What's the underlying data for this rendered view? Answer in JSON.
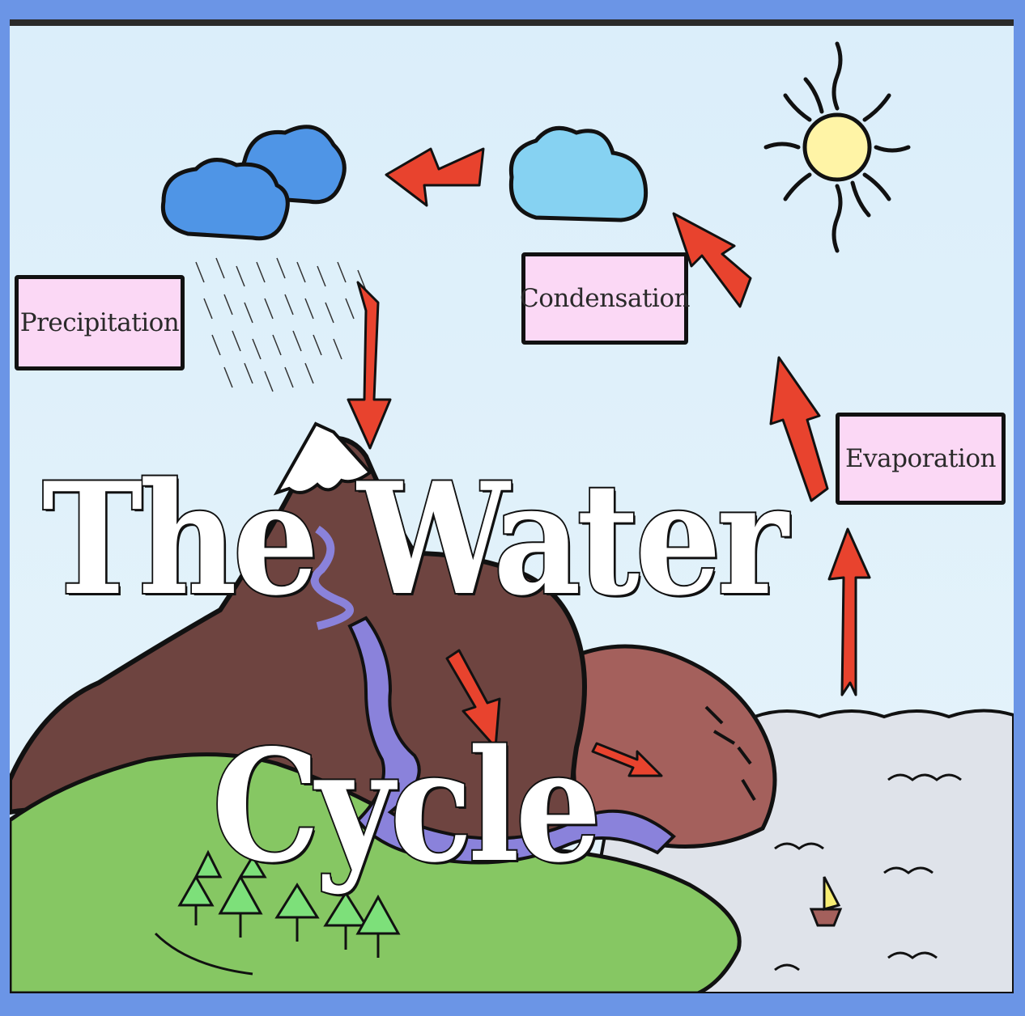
{
  "title": {
    "line1": "The Water",
    "line2": "Cycle"
  },
  "stages": {
    "precipitation": "Precipitation",
    "condensation": "Condensation",
    "evaporation": "Evaporation"
  },
  "colors": {
    "border": "#6b95e6",
    "sky": "#dff0fa",
    "label_fill": "#fbd8f5",
    "arrow": "#e8432e",
    "mountain": "#6e4440",
    "hill_right": "#a4605c",
    "grass": "#86c763",
    "river": "#8a82db",
    "sea": "#dfe3ea",
    "sun": "#fff4a6",
    "cloud_dark": "#4f95e6",
    "cloud_light": "#86d2f2"
  },
  "icons": [
    "sun-icon",
    "rain-cloud-icon",
    "cloud-icon",
    "boat-icon",
    "tree-icon"
  ]
}
